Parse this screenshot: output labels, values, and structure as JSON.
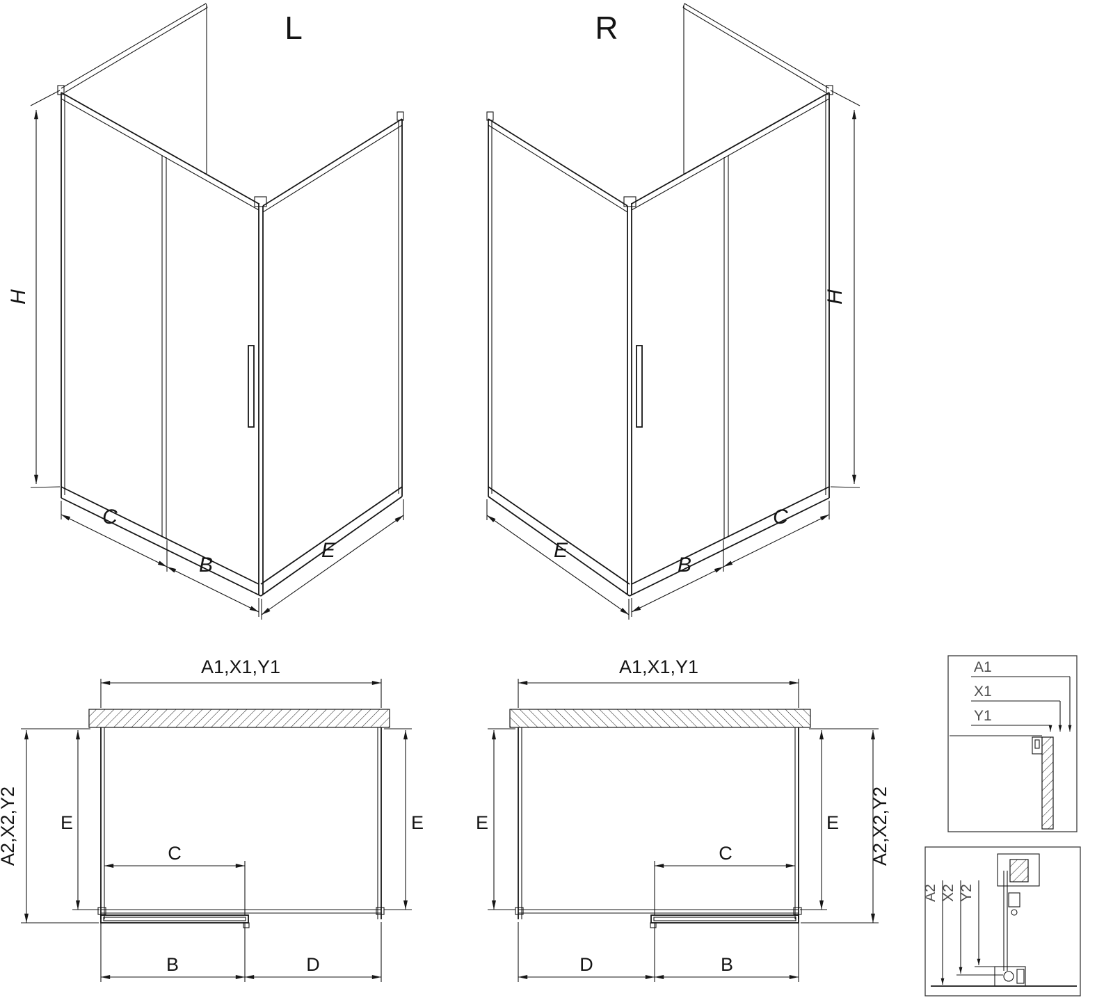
{
  "page": {
    "background": "#ffffff",
    "line_color": "#161616",
    "detail_label_color": "#4e4e4e"
  },
  "iso_left": {
    "label": "L",
    "dim_height": "H",
    "dim_c": "C",
    "dim_b": "B",
    "dim_e": "E"
  },
  "iso_right": {
    "label": "R",
    "dim_height": "H",
    "dim_c": "C",
    "dim_b": "B",
    "dim_e": "E"
  },
  "plan_left": {
    "dim_width_top": "A1,X1,Y1",
    "dim_depth_side": "A2,X2,Y2",
    "dim_e_left": "E",
    "dim_e_right": "E",
    "dim_c": "C",
    "dim_b": "B",
    "dim_d": "D"
  },
  "plan_right": {
    "dim_width_top": "A1,X1,Y1",
    "dim_depth_side": "A2,X2,Y2",
    "dim_e_left": "E",
    "dim_e_right": "E",
    "dim_c": "C",
    "dim_b": "B",
    "dim_d": "D"
  },
  "detail_wall_profile": {
    "dim_a1": "A1",
    "dim_x1": "X1",
    "dim_y1": "Y1"
  },
  "detail_floor_profile": {
    "dim_a2": "A2",
    "dim_x2": "X2",
    "dim_y2": "Y2"
  }
}
